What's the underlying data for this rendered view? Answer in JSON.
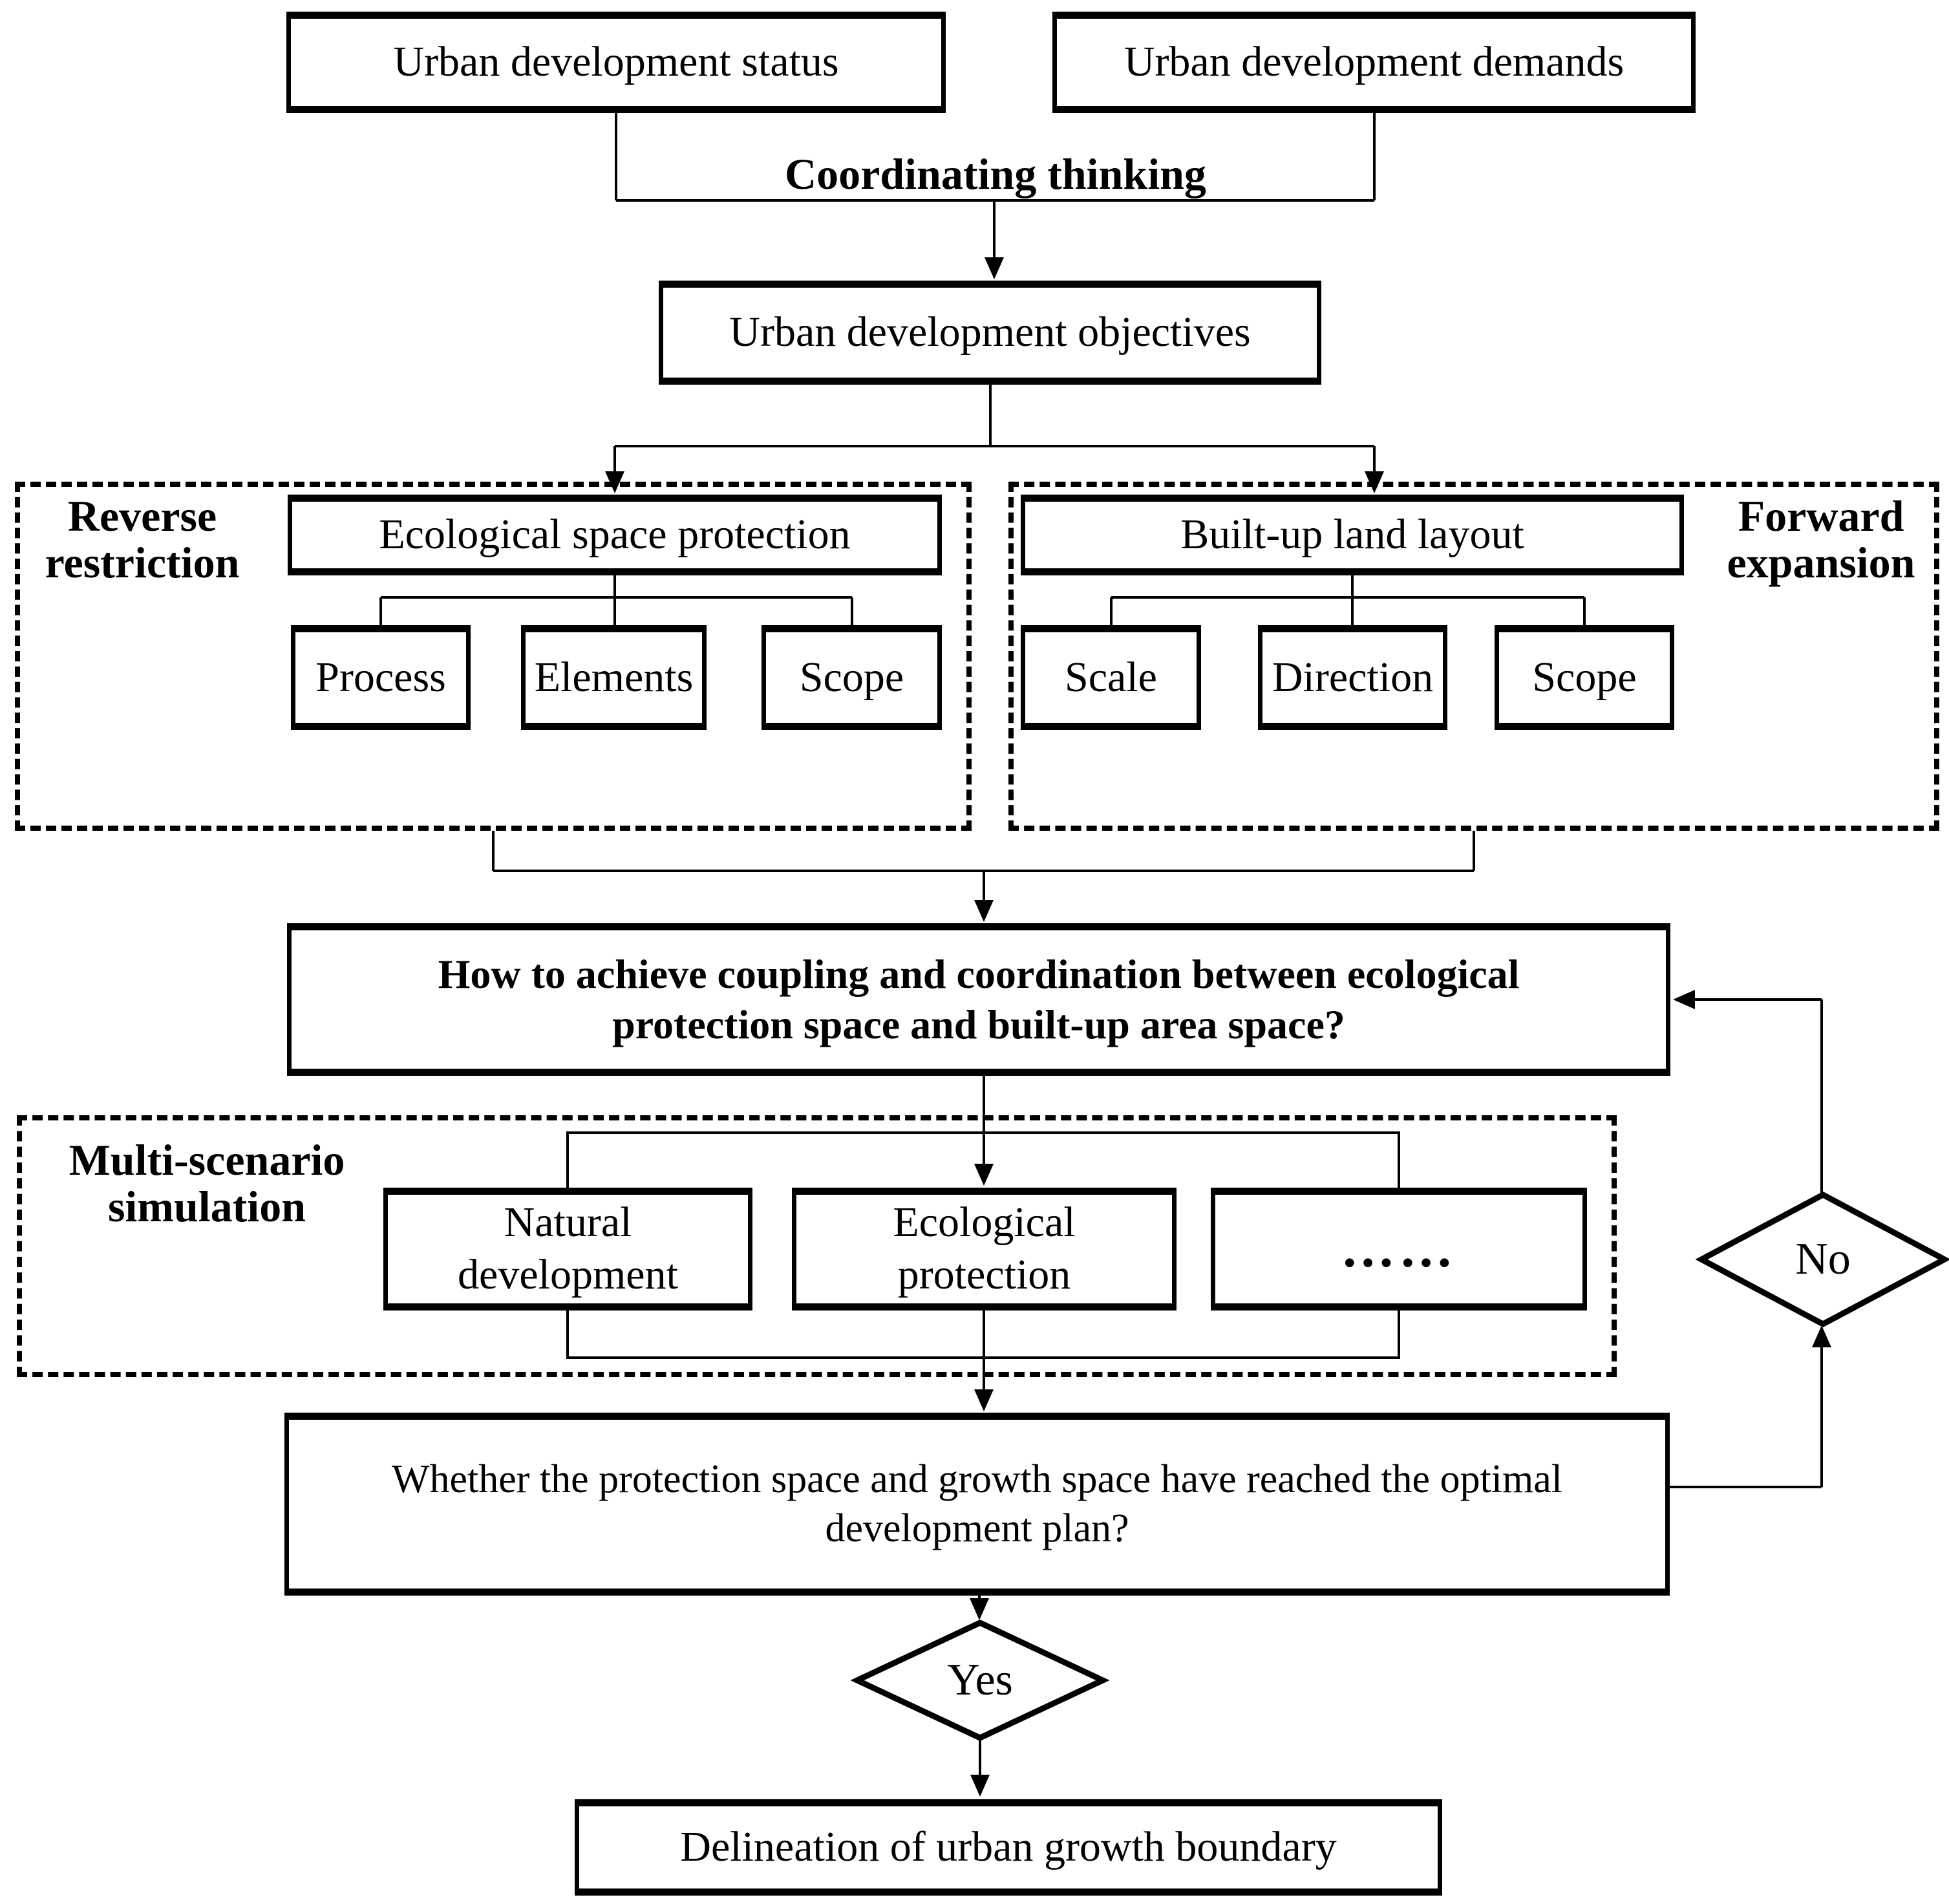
{
  "diagram": {
    "top": {
      "status": "Urban development status",
      "demands": "Urban development demands",
      "coordinating": "Coordinating thinking",
      "objectives": "Urban development objectives"
    },
    "reverse_group": {
      "label_line1": "Reverse",
      "label_line2": "restriction",
      "parent": "Ecological space protection",
      "children": [
        "Process",
        "Elements",
        "Scope"
      ]
    },
    "forward_group": {
      "label_line1": "Forward",
      "label_line2": "expansion",
      "parent": "Built-up land layout",
      "children": [
        "Scale",
        "Direction",
        "Scope"
      ]
    },
    "question": {
      "line1": "How to achieve coupling and coordination between ecological",
      "line2": "protection space and built-up area space?"
    },
    "scenario_group": {
      "label_line1": "Multi-scenario",
      "label_line2": "simulation",
      "scenarios": [
        {
          "line1": "Natural",
          "line2": "development"
        },
        {
          "line1": "Ecological",
          "line2": "protection"
        }
      ],
      "more_scenarios": "……"
    },
    "whether": {
      "line1": "Whether the protection space and growth space have reached the optimal",
      "line2": "development plan?"
    },
    "decisions": {
      "yes": "Yes",
      "no": "No"
    },
    "final": "Delineation of urban growth boundary",
    "colors": {
      "line": "#000000",
      "background": "#ffffff"
    }
  }
}
